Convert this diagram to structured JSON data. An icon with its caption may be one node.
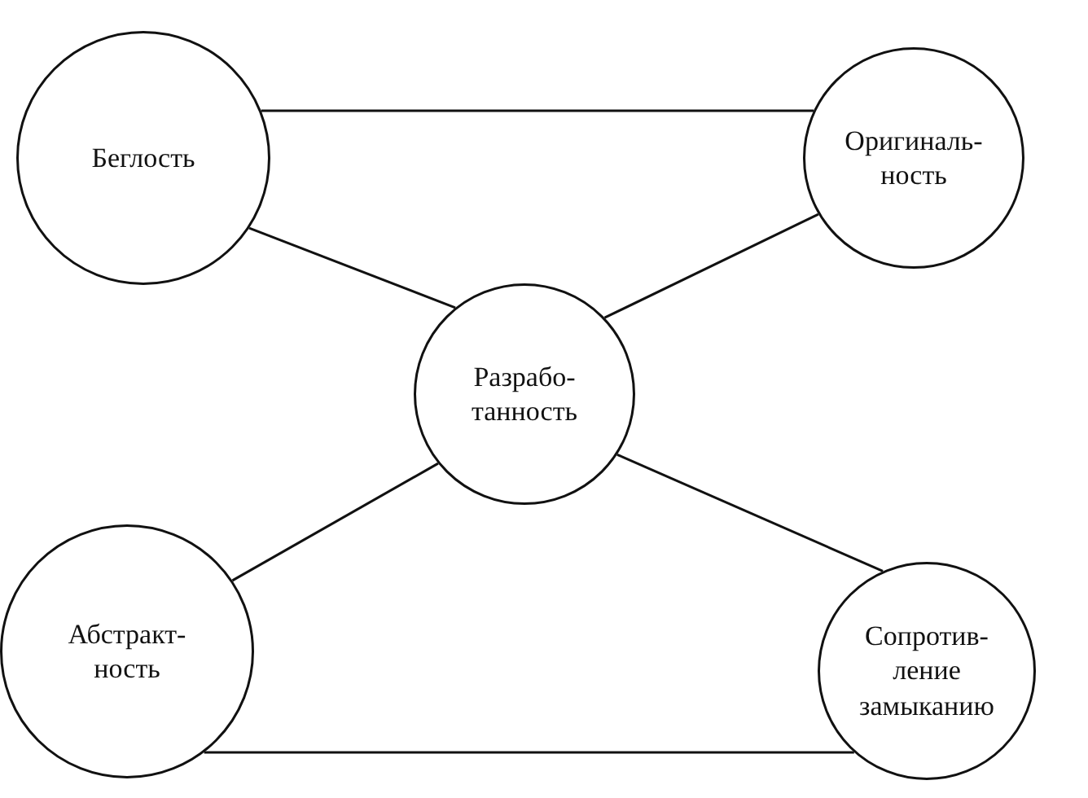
{
  "diagram": {
    "nodes": [
      {
        "text": [
          "Беглость"
        ]
      },
      {
        "text": [
          "Оригиналь- ность"
        ]
      },
      {
        "text": [
          "Разрабо- танность"
        ]
      },
      {
        "text": [
          "Абстракт- ность"
        ]
      },
      {
        "text": [
          "Сопротив- ление замыканию"
        ]
      }
    ],
    "edges": [
      {
        "from": 0,
        "to": 1,
        "arrow": "none"
      },
      {
        "from": 0,
        "to": 2,
        "arrow": "none"
      },
      {
        "from": 1,
        "to": 2,
        "arrow": "none"
      },
      {
        "from": 2,
        "to": 3,
        "arrow": "none"
      },
      {
        "from": 2,
        "to": 4,
        "arrow": "none"
      },
      {
        "from": 3,
        "to": 4,
        "arrow": "none"
      }
    ]
  }
}
